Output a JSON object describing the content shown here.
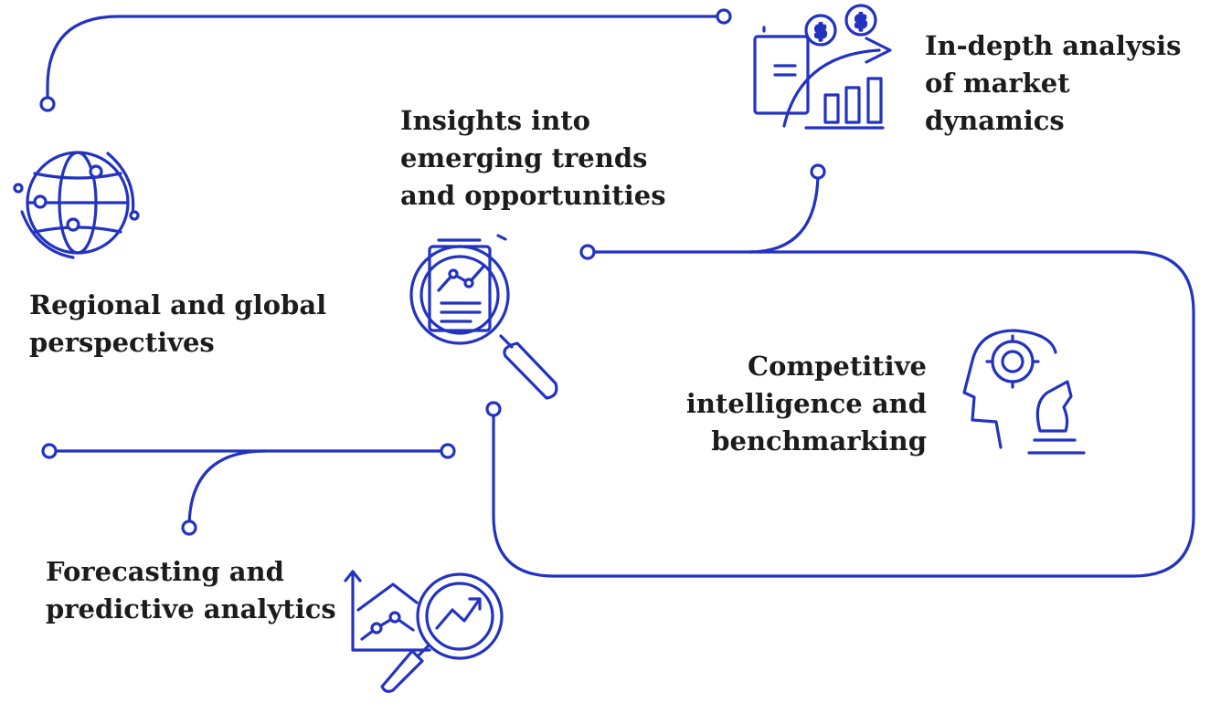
{
  "accent_color": "#2233c2",
  "text_color": "#1c1c1c",
  "items": [
    {
      "key": "regional",
      "icon": "globe-icon",
      "lines": [
        "Regional and global",
        "perspectives"
      ]
    },
    {
      "key": "insights",
      "icon": "report-magnifier-icon",
      "lines": [
        "Insights into",
        "emerging trends",
        "and opportunities"
      ]
    },
    {
      "key": "indepth",
      "icon": "dollar-growth-chart-icon",
      "lines": [
        "In-depth analysis",
        "of market",
        "dynamics"
      ]
    },
    {
      "key": "competitive",
      "icon": "head-gear-chess-knight-icon",
      "lines": [
        "Competitive",
        "intelligence and",
        "benchmarking"
      ]
    },
    {
      "key": "forecasting",
      "icon": "trend-magnifier-icon",
      "lines": [
        "Forecasting and",
        "predictive analytics"
      ]
    }
  ],
  "dollar_glyph": "$"
}
